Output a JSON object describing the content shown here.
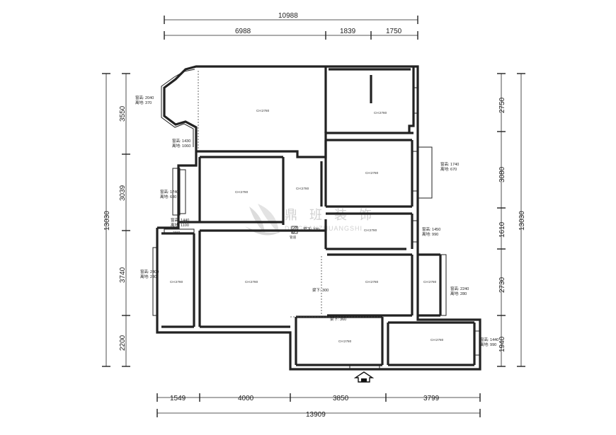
{
  "dimensions": {
    "top_total": "10988",
    "top_segments": [
      "6988",
      "1839",
      "1750"
    ],
    "bottom_total": "13909",
    "bottom_segments": [
      "1549",
      "4000",
      "3850",
      "3799"
    ],
    "left_total": "13030",
    "left_segments": [
      "3550",
      "3039",
      "3740",
      "2200"
    ],
    "right_total": "13030",
    "right_segments": [
      "2750",
      "3080",
      "1610",
      "2730",
      "1940"
    ]
  },
  "ceiling_labels": [
    "CH:2780",
    "CH:2780",
    "CH:2780",
    "CH:2780",
    "CH:2780",
    "CH:2780",
    "CH:2780",
    "CH:2780",
    "CH:2780",
    "CH:2780",
    "CH:2780",
    "CH:2780"
  ],
  "window_notes": [
    {
      "h": "窗高: 2040",
      "g": "离地: 370"
    },
    {
      "h": "窗高: 1430",
      "g": "离地: 1060"
    },
    {
      "h": "窗高: 1740",
      "g": "离地: 680"
    },
    {
      "h": "窗高: 1440",
      "g": "离地: 1100"
    },
    {
      "h": "窗高: 2400",
      "g": "离地: 280"
    },
    {
      "h": "窗高: 1740",
      "g": "离地: 670"
    },
    {
      "h": "窗高: 1450",
      "g": "离地: 990"
    },
    {
      "h": "窗高: 2240",
      "g": "离地: 280"
    },
    {
      "h": "窗高: 1440",
      "g": "离地: 990"
    }
  ],
  "beam_notes": [
    "梁下: 270",
    "梁下: 300",
    "梁下: 360"
  ],
  "misc": {
    "small_dim": "1560",
    "pipe_label": "管道"
  },
  "watermark": {
    "cn": "鼎 班 装 饰",
    "en": "DINGBANZHUANGSHI"
  }
}
